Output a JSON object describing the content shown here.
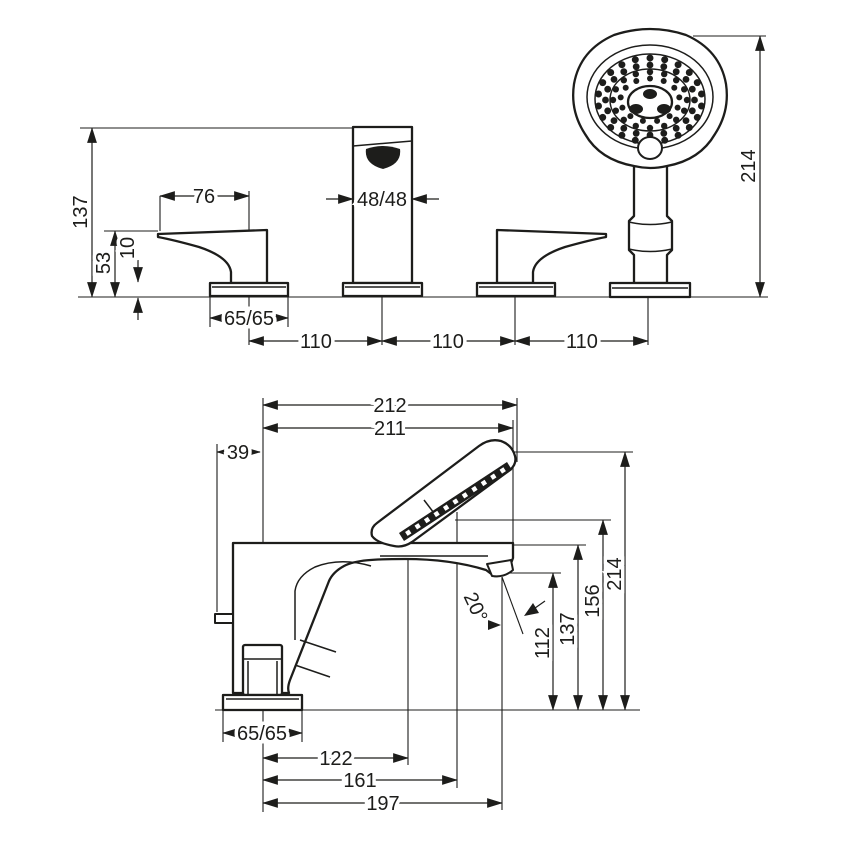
{
  "front_view": {
    "labels": {
      "total_height": "137",
      "handle_length": "76",
      "handle_height": "53",
      "escutcheon_height": "10",
      "spout_section": "48/48",
      "escutcheon": "65/65",
      "pitch_left": "110",
      "pitch_mid": "110",
      "pitch_right": "110",
      "handshower_height": "214"
    }
  },
  "side_view": {
    "labels": {
      "overall_depth": "212",
      "body_depth": "211",
      "rear_clearance": "39",
      "spray_angle": "20°",
      "escutcheon": "65/65",
      "depth_to_holder": "122",
      "depth_to_spray_face": "161",
      "depth_to_aerator": "197",
      "aerator_height": "112",
      "deck_height": "137",
      "spray_face_height": "156",
      "handshower_height": "214"
    }
  },
  "style": {
    "line_color": "#1d1d1b",
    "background": "#ffffff"
  }
}
